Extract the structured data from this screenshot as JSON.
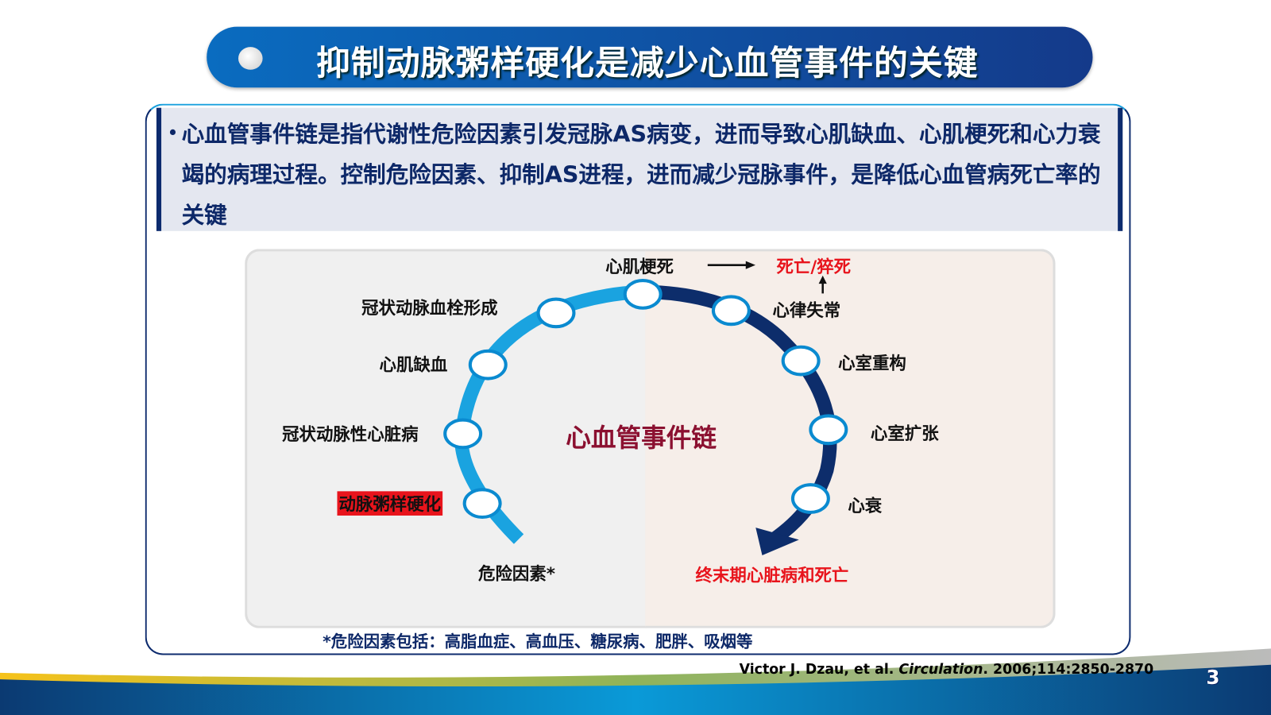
{
  "title": "抑制动脉粥样硬化是减少心血管事件的关键",
  "bullet": "心血管事件链是指代谢性危险因素引发冠脉AS病变，进而导致心肌缺血、心肌梗死和心力衰竭的病理过程。控制危险因素、抑制AS进程，进而减少冠脉事件，是降低心血管病死亡率的关键",
  "diagram": {
    "center_title": "心血管事件链",
    "nodes": [
      "危险因素*",
      "动脉粥样硬化",
      "冠状动脉性心脏病",
      "心肌缺血",
      "冠状动脉血栓形成",
      "心肌梗死",
      "心律失常",
      "心室重构",
      "心室扩张",
      "心衰",
      "终末期心脏病和死亡"
    ],
    "death_label": "死亡/猝死",
    "colors": {
      "left_arc": "#1aa3e0",
      "right_arc": "#0d2d6b",
      "highlight": "#e8141c"
    }
  },
  "footnote": "*危险因素包括：高脂血症、高血压、糖尿病、肥胖、吸烟等",
  "citation": {
    "authors": "Victor J. Dzau, et al. ",
    "journal": "Circulation",
    "details": ". 2006;114:2850-2870"
  },
  "page_number": "3"
}
